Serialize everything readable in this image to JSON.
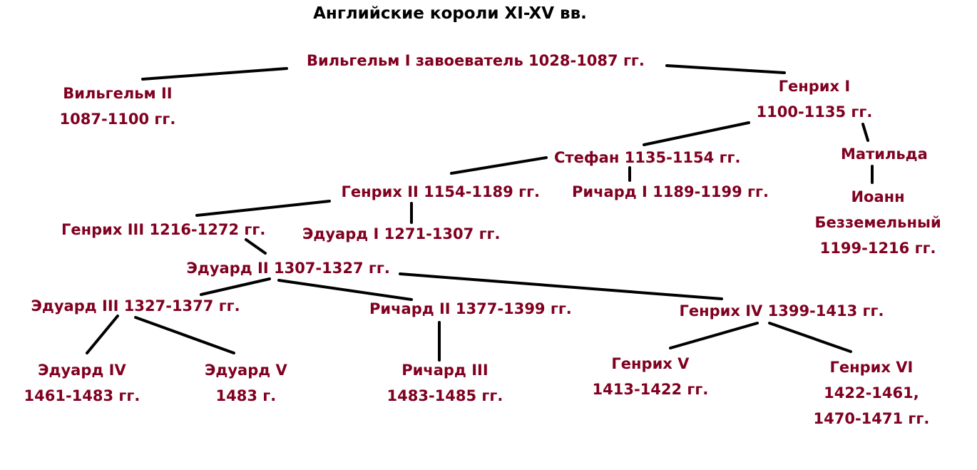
{
  "colors": {
    "text": "#800020",
    "line": "#000000",
    "title": "#000000"
  },
  "title": "Английские короли XI-XV вв.",
  "kings": {
    "william1": {
      "lines": [
        "Вильгельм I завоеватель 1028-1087 гг."
      ]
    },
    "william2": {
      "lines": [
        "Вильгельм II",
        "1087-1100 гг."
      ]
    },
    "henry1": {
      "lines": [
        "Генрих I",
        "1100-1135 гг."
      ]
    },
    "stephen": {
      "lines": [
        "Стефан 1135-1154 гг."
      ]
    },
    "matilda": {
      "lines": [
        "Матильда"
      ]
    },
    "henry2": {
      "lines": [
        "Генрих II 1154-1189 гг."
      ]
    },
    "richard1": {
      "lines": [
        "Ричард I 1189-1199 гг."
      ]
    },
    "john": {
      "lines": [
        "Иоанн",
        "Безземельный",
        "1199-1216 гг."
      ]
    },
    "henry3": {
      "lines": [
        "Генрих III 1216-1272 гг."
      ]
    },
    "edward1": {
      "lines": [
        "Эдуард I 1271-1307 гг."
      ]
    },
    "edward2": {
      "lines": [
        "Эдуард II 1307-1327 гг."
      ]
    },
    "edward3": {
      "lines": [
        "Эдуард III 1327-1377 гг."
      ]
    },
    "richard2": {
      "lines": [
        "Ричард II 1377-1399 гг."
      ]
    },
    "henry4": {
      "lines": [
        "Генрих IV 1399-1413 гг."
      ]
    },
    "edward4": {
      "lines": [
        "Эдуард IV",
        "1461-1483 гг."
      ]
    },
    "edward5": {
      "lines": [
        "Эдуард V",
        "1483 г."
      ]
    },
    "richard3": {
      "lines": [
        "Ричард III",
        "1483-1485 гг."
      ]
    },
    "henry5": {
      "lines": [
        "Генрих V",
        "1413-1422 гг."
      ]
    },
    "henry6": {
      "lines": [
        "Генрих VI",
        "1422-1461,",
        "1470-1471 гг."
      ]
    }
  }
}
